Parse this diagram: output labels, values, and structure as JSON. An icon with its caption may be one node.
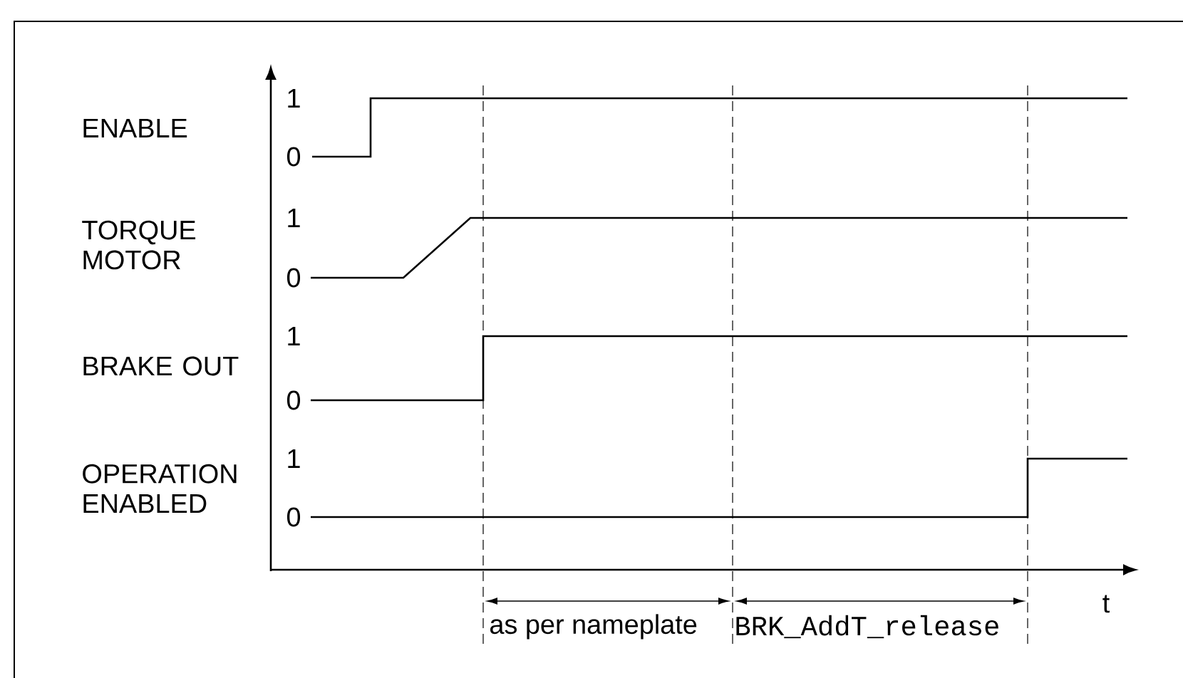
{
  "diagram": {
    "labels": [
      "1",
      "ENABLE",
      "0",
      "1",
      "TORQUE MOTOR",
      "0",
      "1",
      "BRAKE OUT",
      "0",
      "1",
      "OPERATION ENABLED",
      "0",
      "t",
      "as per nameplate",
      "BRK_AddT_release"
    ]
  }
}
